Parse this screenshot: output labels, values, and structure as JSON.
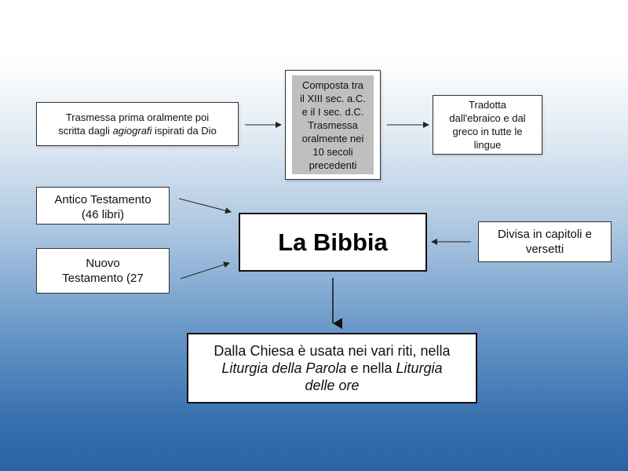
{
  "boxes": {
    "trasmessa": {
      "line1": "Trasmessa prima oralmente poi",
      "line2_before": "scritta dagli ",
      "line2_italic": "agiografi",
      "line2_after": " ispirati da Dio"
    },
    "composta": {
      "lines": [
        "Composta tra",
        "il XIII sec. a.C.",
        "e il I sec. d.C.",
        "Trasmessa",
        "oralmente nei",
        "10 secoli",
        "precedenti"
      ]
    },
    "tradotta": {
      "lines": [
        "Tradotta",
        "dall'ebraico e dal",
        "greco in tutte le",
        "lingue"
      ]
    },
    "antico": {
      "lines": [
        "Antico Testamento",
        "(46 libri)"
      ]
    },
    "nuovo": {
      "lines": [
        "Nuovo",
        "Testamento (27"
      ]
    },
    "bibbia": {
      "title": "La Bibbia"
    },
    "divisa": {
      "lines": [
        "Divisa in capitoli e",
        "versetti"
      ]
    },
    "chiesa": {
      "line1": "Dalla Chiesa è usata nei vari riti, nella",
      "line2_italic_a": "Liturgia della Parola",
      "line2_mid": " e nella ",
      "line2_italic_b": "Liturgia",
      "line3_italic": "delle  ore"
    }
  }
}
